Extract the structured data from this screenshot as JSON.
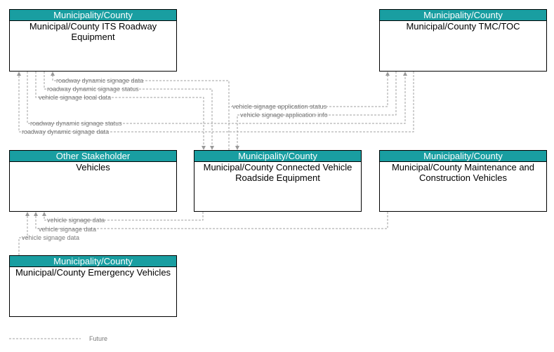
{
  "nodes": {
    "roadway_eq": {
      "category": "Municipality/County",
      "name": "Municipal/County ITS Roadway Equipment"
    },
    "tmc": {
      "category": "Municipality/County",
      "name": "Municipal/County TMC/TOC"
    },
    "vehicles": {
      "category": "Other Stakeholder",
      "name": "Vehicles"
    },
    "rse": {
      "category": "Municipality/County",
      "name": "Municipal/County Connected Vehicle Roadside Equipment"
    },
    "maint": {
      "category": "Municipality/County",
      "name": "Municipal/County Maintenance and Construction Vehicles"
    },
    "emerg": {
      "category": "Municipality/County",
      "name": "Municipal/County Emergency Vehicles"
    }
  },
  "flows": {
    "f1": "roadway dynamic signage data",
    "f2": "roadway dynamic signage status",
    "f3": "vehicle signage local data",
    "f4": "vehicle signage application status",
    "f5": "vehicle signage application info",
    "f6": "roadway dynamic signage status",
    "f7": "roadway dynamic signage data",
    "f8": "vehicle signage data",
    "f9": "vehicle signage data",
    "f10": "vehicle signage data"
  },
  "legend": {
    "future_label": "Future"
  }
}
